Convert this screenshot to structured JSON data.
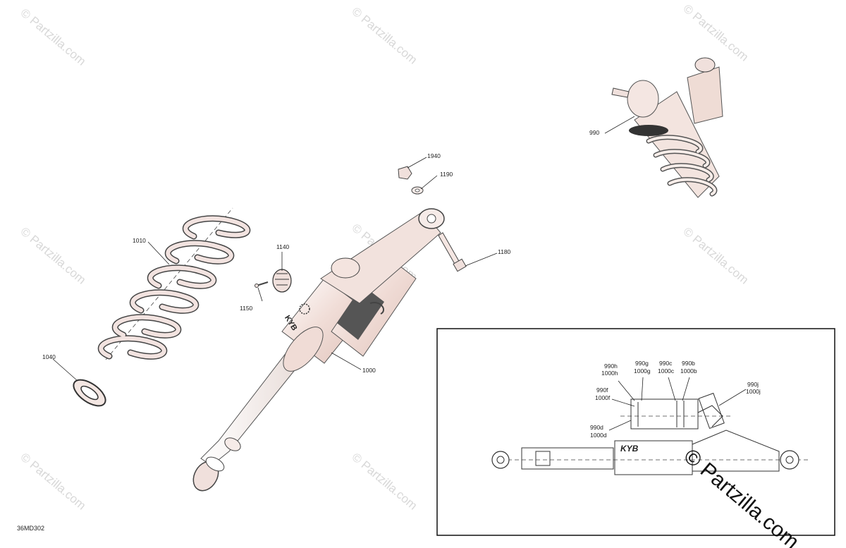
{
  "watermark_text": "© Partzilla.com",
  "inset_watermark_text": "© Partzilla.com",
  "diagram_code": "36MD302",
  "callouts": {
    "c1940": "1940",
    "c1190": "1190",
    "c1180": "1180",
    "c1140": "1140",
    "c1150": "1150",
    "c1010": "1010",
    "c1040": "1040",
    "c1000": "1000",
    "c990": "990"
  },
  "inset_callouts": {
    "h_a": "990h",
    "h_b": "1000h",
    "g_a": "990g",
    "g_b": "1000g",
    "c_a": "990c",
    "c_b": "1000c",
    "b_a": "990b",
    "b_b": "1000b",
    "j_a": "990j",
    "j_b": "1000j",
    "f_a": "990f",
    "f_b": "1000f",
    "d_a": "990d",
    "d_b": "1000d"
  },
  "brand_mark": "KYB",
  "colors": {
    "shock_body": "#efd9d3",
    "spring": "#e8d4d0",
    "sleeve": "#555555",
    "line": "#222222"
  }
}
